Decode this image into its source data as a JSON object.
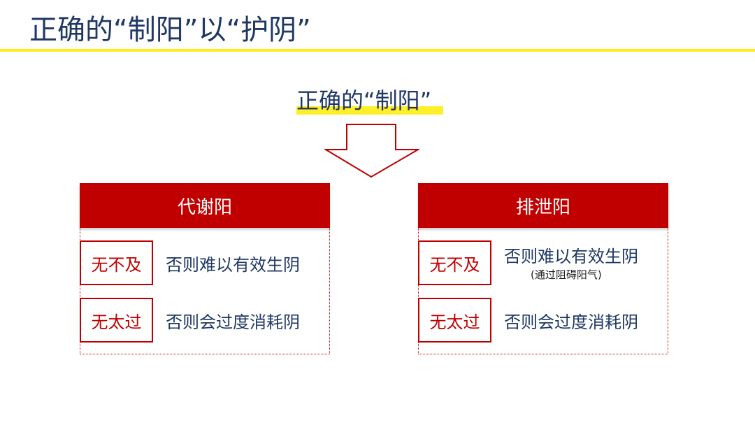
{
  "slide": {
    "title": "正确的“制阳”以“护阴”",
    "subtitle": "正确的“制阳”"
  },
  "colors": {
    "accent_red": "#c00000",
    "highlight_yellow": "#ffec1a",
    "text_navy": "#1f3864"
  },
  "boxes": [
    {
      "header": "代谢阳",
      "rows": [
        {
          "tag": "无不及",
          "text": "否则难以有效生阴"
        },
        {
          "tag": "无太过",
          "text": "否则会过度消耗阴"
        }
      ]
    },
    {
      "header": "排泄阳",
      "rows": [
        {
          "tag": "无不及",
          "text": "否则难以有效生阴",
          "note": "(通过阻碍阳气)"
        },
        {
          "tag": "无太过",
          "text": "否则会过度消耗阴"
        }
      ]
    }
  ]
}
